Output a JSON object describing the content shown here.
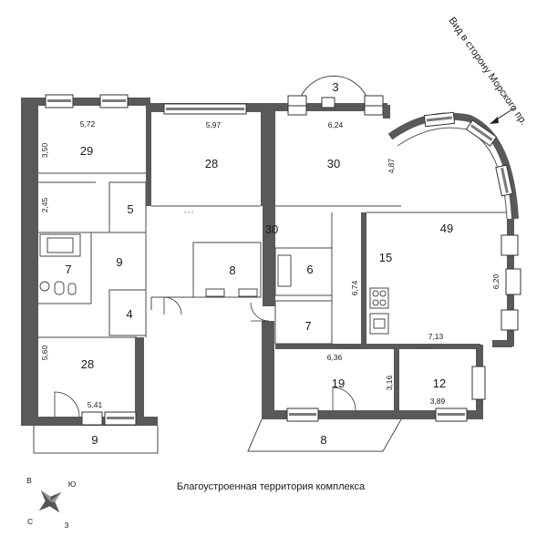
{
  "rooms": [
    {
      "id": "room-29",
      "area": "29"
    },
    {
      "id": "room-28-top",
      "area": "28"
    },
    {
      "id": "room-30-top",
      "area": "30"
    },
    {
      "id": "room-3-bay",
      "area": "3"
    },
    {
      "id": "room-49",
      "area": "49"
    },
    {
      "id": "room-5",
      "area": "5"
    },
    {
      "id": "room-30-hall",
      "area": "30"
    },
    {
      "id": "room-7-bath",
      "area": "7"
    },
    {
      "id": "room-9-hall",
      "area": "9"
    },
    {
      "id": "room-8-center",
      "area": "8"
    },
    {
      "id": "room-6",
      "area": "6"
    },
    {
      "id": "room-15",
      "area": "15"
    },
    {
      "id": "room-4",
      "area": "4"
    },
    {
      "id": "room-7-small",
      "area": "7"
    },
    {
      "id": "room-28-bottom",
      "area": "28"
    },
    {
      "id": "room-19",
      "area": "19"
    },
    {
      "id": "room-12",
      "area": "12"
    },
    {
      "id": "room-9-balcony",
      "area": "9"
    },
    {
      "id": "room-8-balcony",
      "area": "8"
    }
  ],
  "dimensions": [
    {
      "id": "dim-5-72",
      "value": "5,72"
    },
    {
      "id": "dim-5-97",
      "value": "5,97"
    },
    {
      "id": "dim-6-24",
      "value": "6,24"
    },
    {
      "id": "dim-3-50",
      "value": "3,50"
    },
    {
      "id": "dim-2-45",
      "value": "2,45"
    },
    {
      "id": "dim-4-87",
      "value": "4,87"
    },
    {
      "id": "dim-6-74",
      "value": "6,74"
    },
    {
      "id": "dim-6-20",
      "value": "6,20"
    },
    {
      "id": "dim-7-13",
      "value": "7,13"
    },
    {
      "id": "dim-6-36",
      "value": "6,36"
    },
    {
      "id": "dim-5-60",
      "value": "5,60"
    },
    {
      "id": "dim-3-16",
      "value": "3,16"
    },
    {
      "id": "dim-5-41",
      "value": "5,41"
    },
    {
      "id": "dim-3-89",
      "value": "3,89"
    }
  ],
  "street_label": "Вид в сторону Морского пр.",
  "caption": "Благоустроенная территория комплекса",
  "compass": {
    "n": "В",
    "e": "Ю",
    "s": "З",
    "w": "С"
  }
}
